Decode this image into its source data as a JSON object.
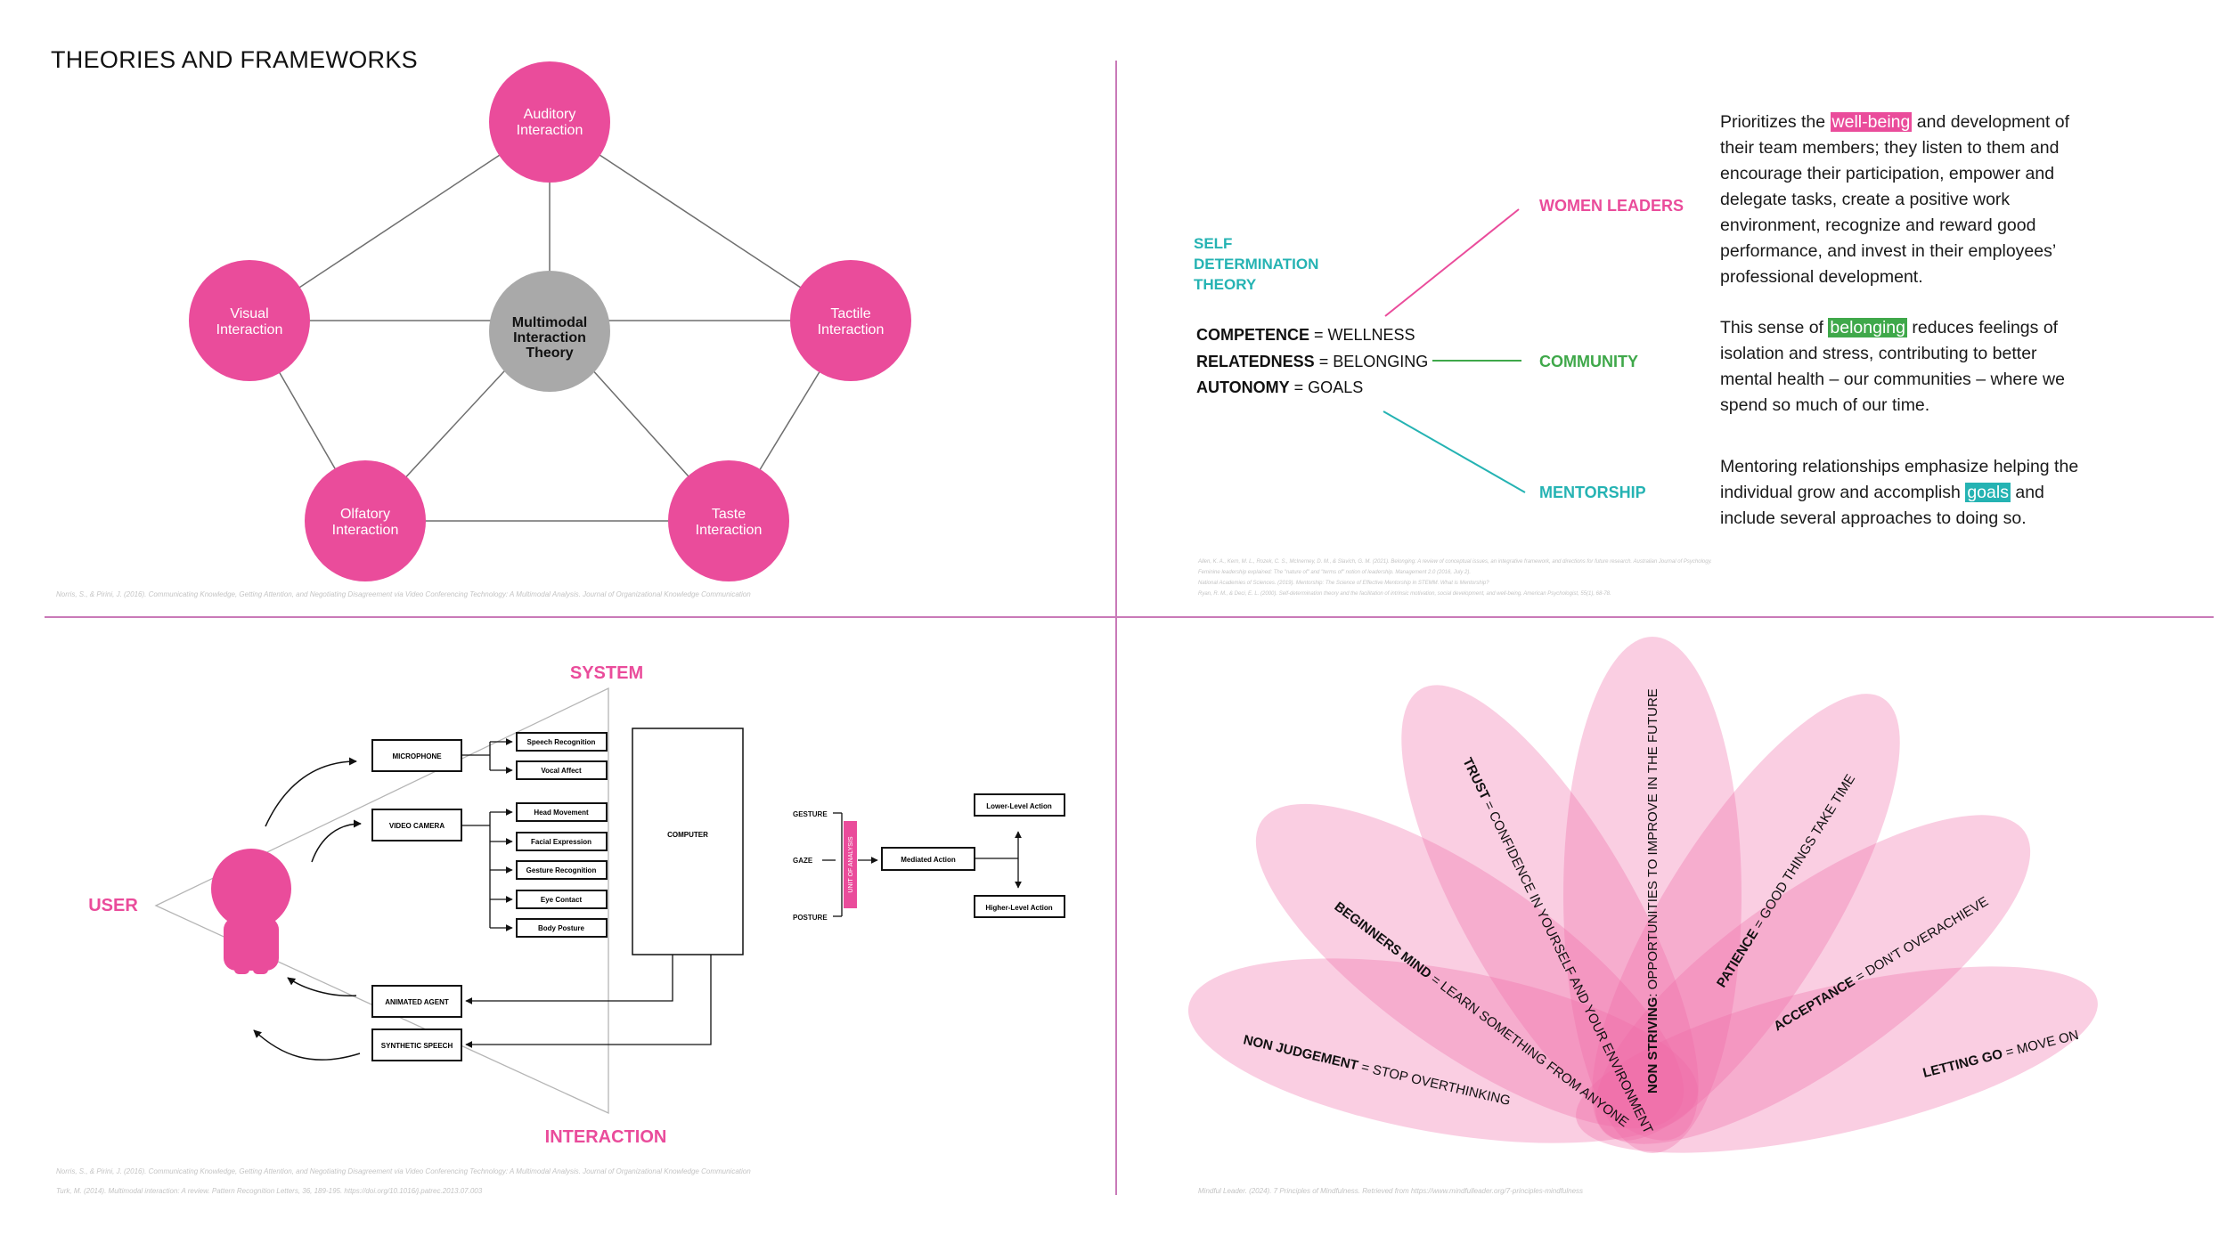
{
  "page_title": "THEORIES AND FRAMEWORKS",
  "colors": {
    "pink": "#ea4c9b",
    "grey": "#a9a9a9",
    "teal": "#25b3b3",
    "green": "#3fa84a",
    "divider": "#c97ab8",
    "petal": "#f06aa8"
  },
  "multimodal": {
    "center": "Multimodal Interaction Theory",
    "nodes": [
      "Auditory Interaction",
      "Visual Interaction",
      "Tactile Interaction",
      "Olfatory Interaction",
      "Taste Interaction"
    ],
    "citation": "Norris, S., & Pirini, J. (2016). Communicating Knowledge, Getting Attention, and Negotiating Disagreement via Video Conferencing Technology: A Multimodal Analysis. Journal of Organizational Knowledge Communication"
  },
  "sdt": {
    "title": [
      "SELF",
      "DETERMINATION",
      "THEORY"
    ],
    "rows": [
      {
        "key": "COMPETENCE",
        "value": " = WELLNESS"
      },
      {
        "key": "RELATEDNESS",
        "value": " = BELONGING"
      },
      {
        "key": "AUTONOMY",
        "value": " = GOALS"
      }
    ],
    "branches": {
      "women": "WOMEN LEADERS",
      "community": "COMMUNITY",
      "mentorship": "MENTORSHIP"
    },
    "para1": {
      "before": "Prioritizes the ",
      "hl": "well-being",
      "after": " and development of their team members; they listen to them and encourage their participation, empower and delegate tasks, create a positive work environment, recognize and reward good performance, and invest in their employees’ professional development."
    },
    "para2": {
      "before": "This sense of ",
      "hl": "belonging",
      "after": " reduces feelings of isolation and stress, contributing to better mental health – our communities – where we spend so much of our time."
    },
    "para3": {
      "before": "Mentoring relationships emphasize helping the individual grow and accomplish ",
      "hl": "goals",
      "after": " and include several approaches to doing so."
    },
    "citations": [
      "Allen, K. A., Kern, M. L., Rozek, C. S., McInerney, D. M., & Slavich, G. M. (2021). Belonging: A review of conceptual issues, an integrative framework, and directions for future research. Australian Journal of Psychology.",
      "Feminine leadership explained: The \"nature of\" and \"terms of\" notion of leadership. Management 2.0 (2016, July 2).",
      "National Academies of Sciences. (2019). Mentorship: The Science of Effective Mentorship in STEMM. What is Mentorship?",
      "Ryan, R. M., & Deci, E. L. (2000). Self-determination theory and the facilitation of intrinsic motivation, social development, and well-being. American Psychologist, 55(1), 68-78."
    ]
  },
  "interaction": {
    "system": "SYSTEM",
    "user": "USER",
    "interaction": "INTERACTION",
    "inputs": [
      "MICROPHONE",
      "VIDEO CAMERA"
    ],
    "mic_features": [
      "Speech Recognition",
      "Vocal Affect"
    ],
    "cam_features": [
      "Head Movement",
      "Facial Expression",
      "Gesture Recognition",
      "Eye Contact",
      "Body Posture"
    ],
    "computer": "COMPUTER",
    "outputs": [
      "ANIMATED AGENT",
      "SYNTHETIC SPEECH"
    ],
    "channels": [
      "GESTURE",
      "GAZE",
      "POSTURE"
    ],
    "unit": "UNIT OF ANALYSIS",
    "mediated": "Mediated Action",
    "lower": "Lower-Level Action",
    "higher": "Higher-Level Action",
    "citations": [
      "Norris, S., & Pirini, J. (2016). Communicating Knowledge, Getting Attention, and Negotiating Disagreement via Video Conferencing Technology: A Multimodal Analysis. Journal of Organizational Knowledge Communication",
      "Turk, M. (2014). Multimodal interaction: A review. Pattern Recognition Letters, 36, 189-195. https://doi.org/10.1016/j.patrec.2013.07.003"
    ]
  },
  "lotus": {
    "petals": [
      {
        "key": "NON JUDGEMENT",
        "value": " = STOP OVERTHINKING"
      },
      {
        "key": "BEGINNERS MIND",
        "value": " = LEARN SOMETHING FROM ANYONE"
      },
      {
        "key": "TRUST",
        "value": " = CONFIDENCE IN YOURSELF AND YOUR ENVIRONMENT"
      },
      {
        "key": "NON STRIVING",
        "value": ": OPPORTUNITIES TO IMPROVE IN THE FUTURE"
      },
      {
        "key": "PATIENCE",
        "value": " = GOOD THINGS TAKE TIME"
      },
      {
        "key": "ACCEPTANCE",
        "value": " = DON'T OVERACHIEVE"
      },
      {
        "key": "LETTING GO",
        "value": " = MOVE ON"
      }
    ],
    "citation": "Mindful Leader. (2024). 7 Principles of Mindfulness. Retrieved from https://www.mindfulleader.org/7-principles-mindfulness"
  }
}
